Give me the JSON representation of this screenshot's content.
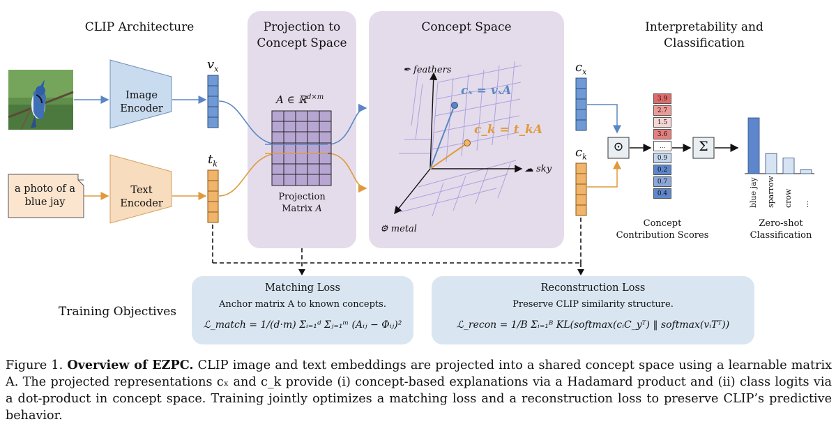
{
  "sections": {
    "clip_architecture": "CLIP Architecture",
    "projection_title_1": "Projection to",
    "projection_title_2": "Concept Space",
    "concept_space": "Concept Space",
    "interp_title_1": "Interpretability and",
    "interp_title_2": "Classification",
    "training_objectives": "Training Objectives"
  },
  "encoders": {
    "image_1": "Image",
    "image_2": "Encoder",
    "text_1": "Text",
    "text_2": "Encoder",
    "text_input_1": "a photo of a",
    "text_input_2": "blue jay"
  },
  "embeddings": {
    "vx": "v",
    "vx_sub": "x",
    "tk": "t",
    "tk_sub": "k",
    "cx": "c",
    "cx_sub": "x",
    "ck": "c",
    "ck_sub": "k"
  },
  "projection": {
    "matrix_label": "A ∈ ℝ",
    "matrix_sup": "d×m",
    "caption_1": "Projection",
    "caption_2": "Matrix ",
    "caption_var": "A"
  },
  "concept": {
    "feathers": "feathers",
    "sky": "sky",
    "metal": "metal",
    "cx_eq": "cₓ = vₓA",
    "ck_eq": "c_k = t_kA",
    "colors": {
      "image": "#5b86c4",
      "text": "#e09a3c",
      "grid": "#9a8fd6"
    }
  },
  "scores": {
    "values": [
      "3.9",
      "2.7",
      "1.5",
      "3.6",
      "...",
      "0.9",
      "0.2",
      "0.7",
      "0.4"
    ],
    "colors": [
      "#e06a6a",
      "#ec9a96",
      "#f4d6d4",
      "#e57e7c",
      "#ffffff",
      "#c4d6ee",
      "#5d86cd",
      "#8aa7da",
      "#5d86cd"
    ],
    "label_1": "Concept",
    "label_2": "Contribution Scores"
  },
  "operators": {
    "hadamard": "⊙",
    "sum": "Σ"
  },
  "zero_shot": {
    "classes": [
      "blue jay",
      "sparrow",
      "crow",
      "..."
    ],
    "values": [
      1.0,
      0.36,
      0.28,
      0.07
    ],
    "label_1": "Zero-shot",
    "label_2": "Classification"
  },
  "matching_loss": {
    "title": "Matching Loss",
    "desc": "Anchor matrix A to known concepts.",
    "formula": "ℒ_match = 1/(d·m) Σᵢ₌₁ᵈ Σⱼ₌₁ᵐ (Aᵢⱼ − Φᵢⱼ)²"
  },
  "reconstruction_loss": {
    "title": "Reconstruction Loss",
    "desc": "Preserve CLIP similarity structure.",
    "formula": "ℒ_recon = 1/B Σᵢ₌₁ᴮ KL(softmax(cᵢC_yᵀ) ‖ softmax(vᵢTᵀ))"
  },
  "caption": {
    "prefix": "Figure 1. ",
    "bold": "Overview of EZPC.",
    "text": " CLIP image and text embeddings are projected into a shared concept space using a learnable matrix A. The projected representations cₓ and c_k provide (i) concept-based explanations via a Hadamard product and (ii) class logits via a dot-product in concept space. Training jointly optimizes a matching loss and a reconstruction loss to preserve CLIP’s predictive behavior."
  }
}
